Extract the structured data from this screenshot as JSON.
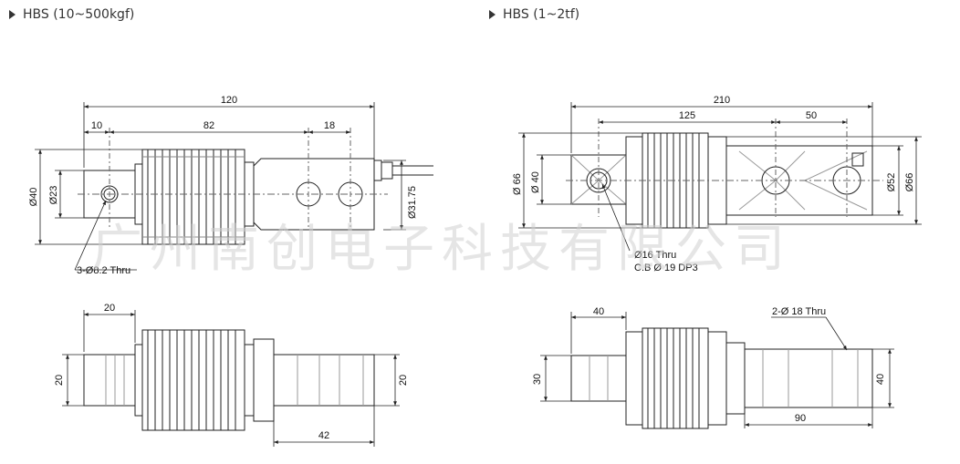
{
  "left_title": "HBS (10~500kgf)",
  "right_title": "HBS (1~2tf)",
  "watermark": "广州南创电子科技有限公司",
  "left_top_dims": {
    "overall": "120",
    "a": "10",
    "b": "82",
    "c": "18",
    "h1": "Ø40",
    "h2": "Ø23",
    "cable": "Ø31.75",
    "holes": "3-Ø8.2 Thru"
  },
  "left_side_dims": {
    "w": "20",
    "h_left": "20",
    "h_right": "20",
    "len": "42"
  },
  "right_top_dims": {
    "overall": "210",
    "a": "125",
    "b": "50",
    "h1": "Ø 66",
    "h2": "Ø 40",
    "h3": "Ø52",
    "h4": "Ø66",
    "hole1": "Ø16 Thru",
    "hole2": "C.B Ø 19 DP3"
  },
  "right_side_dims": {
    "w": "40",
    "h_left": "30",
    "h_right": "40",
    "len": "90",
    "holes": "2-Ø 18 Thru"
  },
  "colors": {
    "line": "#222222",
    "thin": "#555555"
  }
}
